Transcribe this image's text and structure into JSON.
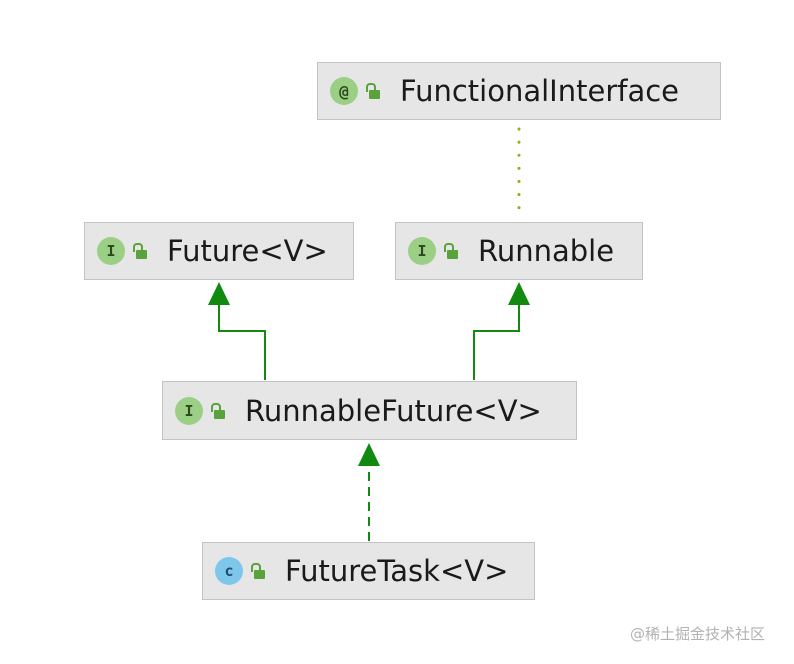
{
  "diagram": {
    "nodes": {
      "functional_interface": {
        "label": "FunctionalInterface",
        "kind": "annotation",
        "kind_glyph": "@",
        "access_icon": "unlocked-icon"
      },
      "future": {
        "label": "Future<V>",
        "kind": "interface",
        "kind_glyph": "I",
        "access_icon": "unlocked-icon"
      },
      "runnable": {
        "label": "Runnable",
        "kind": "interface",
        "kind_glyph": "I",
        "access_icon": "unlocked-icon"
      },
      "runnable_future": {
        "label": "RunnableFuture<V>",
        "kind": "interface",
        "kind_glyph": "I",
        "access_icon": "unlocked-icon"
      },
      "future_task": {
        "label": "FutureTask<V>",
        "kind": "class",
        "kind_glyph": "c",
        "access_icon": "unlocked-icon"
      }
    },
    "edges": [
      {
        "from": "runnable",
        "to": "functional_interface",
        "style": "dotted",
        "arrow": "none"
      },
      {
        "from": "runnable_future",
        "to": "future",
        "style": "solid",
        "arrow": "filled-triangle"
      },
      {
        "from": "runnable_future",
        "to": "runnable",
        "style": "solid",
        "arrow": "filled-triangle"
      },
      {
        "from": "future_task",
        "to": "runnable_future",
        "style": "dashed",
        "arrow": "filled-triangle"
      }
    ],
    "colors": {
      "extends_edge": "#118a0f",
      "annotation_edge": "#9aab1c",
      "node_fill": "#e6e6e6",
      "node_border": "#c3c3c3",
      "interface_badge": "#9ccf86",
      "class_badge": "#7ec7ea",
      "access_icon": "#5aa23c"
    }
  },
  "watermark": "@稀土掘金技术社区"
}
